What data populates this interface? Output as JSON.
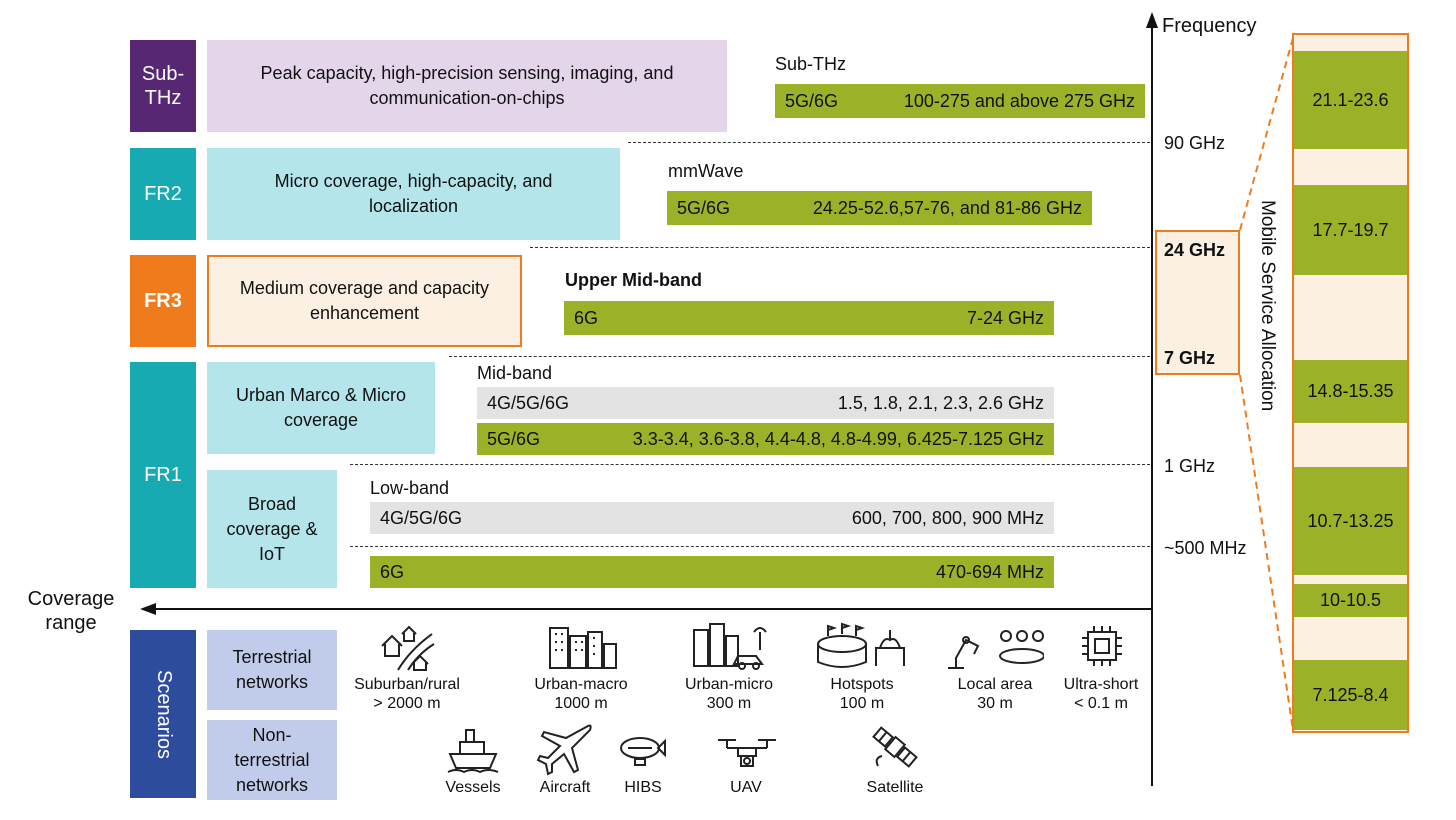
{
  "tiers": {
    "subthz": {
      "label": "Sub-THz",
      "desc": "Peak capacity, high-precision sensing, imaging, and communication-on-chips"
    },
    "fr2": {
      "label": "FR2",
      "desc": "Micro coverage, high-capacity, and localization"
    },
    "fr3": {
      "label": "FR3",
      "desc": "Medium coverage and capacity enhancement"
    },
    "fr1": {
      "label": "FR1",
      "desc_mid": "Urban Marco & Micro coverage",
      "desc_low": "Broad coverage & IoT"
    },
    "scenarios": {
      "label": "Scenarios",
      "terrestrial": "Terrestrial networks",
      "non_terrestrial": "Non-terrestrial networks"
    }
  },
  "bands": {
    "subthz": {
      "heading": "Sub-THz",
      "tech": "5G/6G",
      "range": "100-275 and above 275 GHz"
    },
    "mmwave": {
      "heading": "mmWave",
      "tech": "5G/6G",
      "range": "24.25-52.6,57-76, and 81-86 GHz"
    },
    "upper_mid": {
      "heading": "Upper Mid-band",
      "tech": "6G",
      "range": "7-24 GHz"
    },
    "mid": {
      "heading": "Mid-band",
      "tech_a": "4G/5G/6G",
      "range_a": "1.5, 1.8, 2.1, 2.3, 2.6 GHz",
      "tech_b": "5G/6G",
      "range_b": "3.3-3.4, 3.6-3.8, 4.4-4.8, 4.8-4.99, 6.425-7.125 GHz"
    },
    "low": {
      "heading": "Low-band",
      "tech_a": "4G/5G/6G",
      "range_a": "600, 700, 800, 900 MHz",
      "tech_b": "6G",
      "range_b": "470-694 MHz"
    }
  },
  "axis": {
    "frequency": "Frequency",
    "coverage": "Coverage range",
    "ticks": [
      "90 GHz",
      "24 GHz",
      "7 GHz",
      "1 GHz",
      "~500 MHz"
    ]
  },
  "allocation": {
    "title": "Mobile Service Allocation",
    "segments": [
      "21.1-23.6",
      "17.7-19.7",
      "14.8-15.35",
      "10.7-13.25",
      "10-10.5",
      "7.125-8.4"
    ]
  },
  "terrestrial": [
    {
      "name": "Suburban/rural",
      "range": "> 2000 m"
    },
    {
      "name": "Urban-macro",
      "range": "1000 m"
    },
    {
      "name": "Urban-micro",
      "range": "300 m"
    },
    {
      "name": "Hotspots",
      "range": "100 m"
    },
    {
      "name": "Local area",
      "range": "30 m"
    },
    {
      "name": "Ultra-short",
      "range": "< 0.1 m"
    }
  ],
  "non_terrestrial": [
    "Vessels",
    "Aircraft",
    "HIBS",
    "UAV",
    "Satellite"
  ],
  "colors": {
    "subthz": "#582773",
    "subthz_light": "#E3D6EB",
    "fr2": "#18AAB3",
    "fr2_light": "#B3E5EA",
    "fr3": "#F07B1C",
    "fr3_light": "#FCF0E3",
    "green": "#9BB228",
    "gray": "#E3E3E3",
    "scen": "#2D4C9D",
    "scen_light": "#C1CCEB"
  }
}
